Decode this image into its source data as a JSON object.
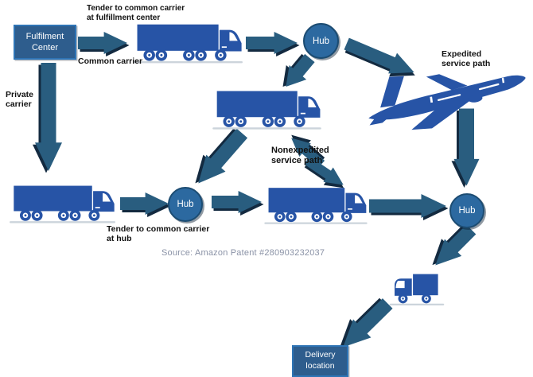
{
  "diagram": {
    "nodes": {
      "fulfilment_center": "Fulfilment\nCenter",
      "delivery_location": "Delivery\nlocation",
      "hubs": [
        {
          "label": "Hub"
        },
        {
          "label": "Hub"
        },
        {
          "label": "Hub"
        }
      ]
    },
    "labels": {
      "tender_fulfillment": "Tender to common carrier\nat fulfillment center",
      "common_carrier": "Common carrier",
      "private_carrier": "Private\ncarrier",
      "expedited": "Expedited\nservice path",
      "nonexpedited": "Nonexpedited\nservice path",
      "tender_hub": "Tender to common carrier\nat hub"
    },
    "source": "Source: Amazon Patent #280903232037",
    "icons": {
      "semi_truck": "semi-truck-icon",
      "box_truck": "box-truck-icon",
      "airplane": "airplane-icon",
      "hub": "hub-node",
      "arrow": "flow-arrow-icon"
    },
    "colors": {
      "vehicle_blue": "#2754a6",
      "arrow_blue": "#295d7f",
      "arrow_shadow": "#132a40",
      "hub_fill": "#2c69a0",
      "hub_border": "#1c4c72",
      "box_fill": "#2e5d8d",
      "box_border": "#2e74b5",
      "label_color": "#111111",
      "source_color": "#8a92a6",
      "ground": "#ccd4db"
    }
  }
}
